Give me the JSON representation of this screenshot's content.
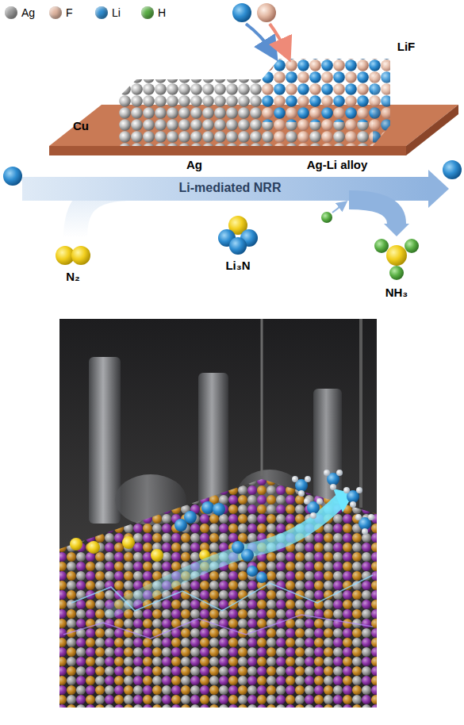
{
  "diagram": {
    "labels": [
      "Cu",
      "LiF",
      "Ag",
      "Ag-Li alloy",
      "Li-mediated NRR",
      "N₂",
      "Li₃N",
      "NH₃"
    ],
    "legend": [
      {
        "text": "Ag",
        "color": "#9a9a9a"
      },
      {
        "text": "F",
        "color": "#e2b7a2"
      },
      {
        "text": "Li",
        "color": "#2f8ed2"
      },
      {
        "text": "H",
        "color": "#5bb046"
      }
    ]
  }
}
